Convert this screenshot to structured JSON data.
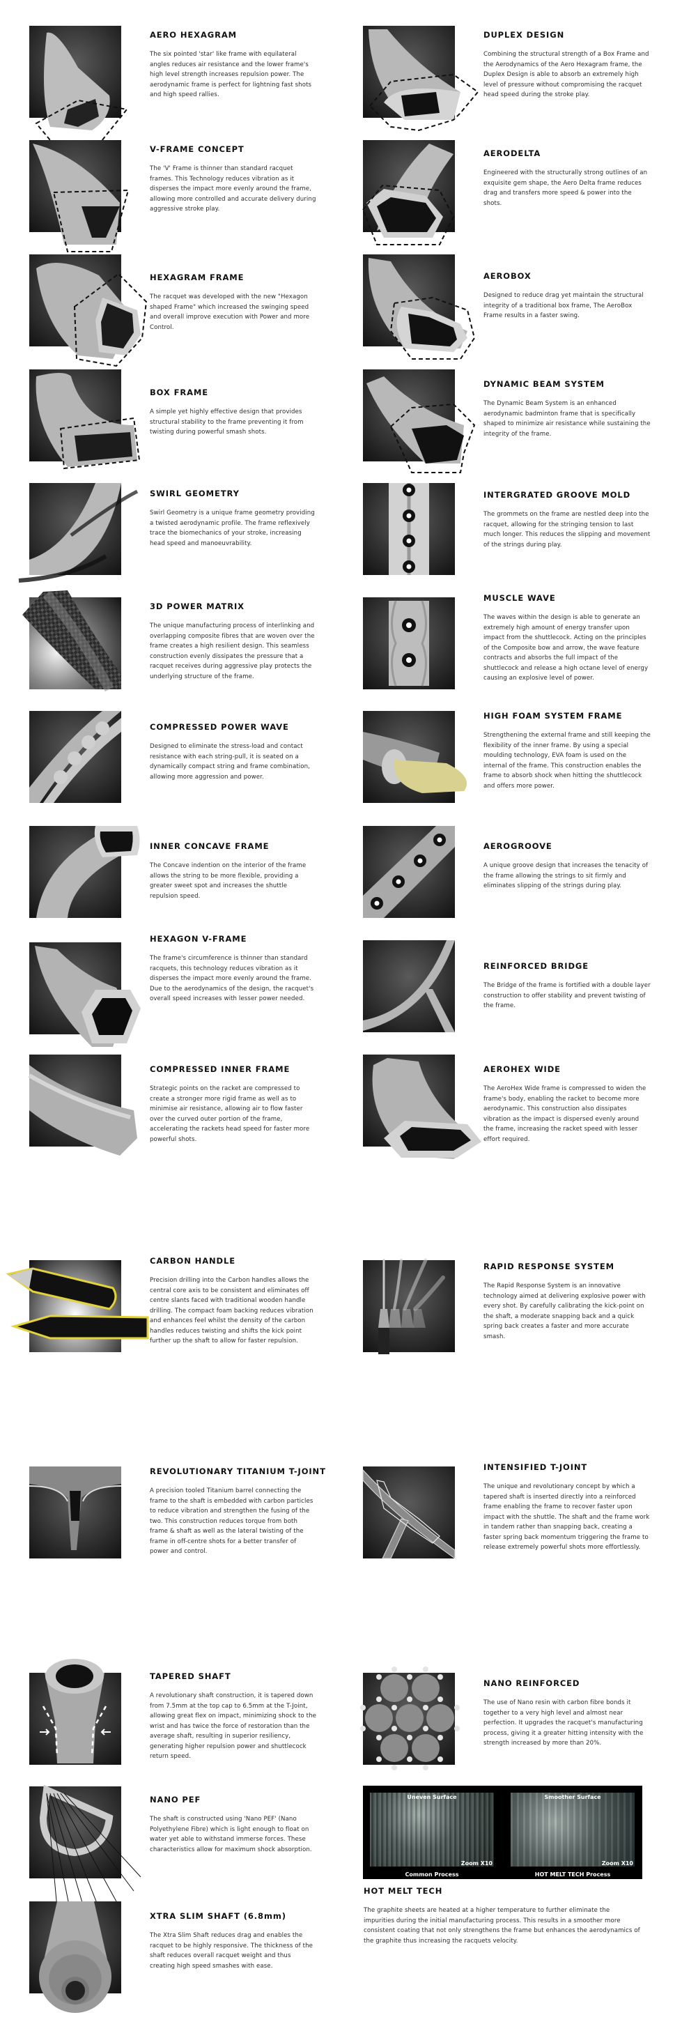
{
  "features": [
    {
      "id": "aero-hexagram",
      "title": "AERO HEXAGRAM",
      "desc": "The six pointed 'star' like frame with equilateral angles reduces air resistance and the lower frame's high level strength increases repulsion power. The aerodynamic frame is perfect for lightning fast shots and high speed rallies."
    },
    {
      "id": "duplex-design",
      "title": "DUPLEX DESIGN",
      "desc": "Combining the structural strength of a Box Frame and the Aerodynamics of the Aero Hexagram frame, the Duplex Design is able to absorb an extremely high level of pressure without compromising the racquet head speed during the stroke play."
    },
    {
      "id": "v-frame-concept",
      "title": "V-FRAME CONCEPT",
      "desc": "The 'V' Frame is thinner than standard racquet frames. This Technology reduces vibration as it disperses the impact more evenly around the frame, allowing more controlled and accurate delivery during aggressive stroke play."
    },
    {
      "id": "aerodelta",
      "title": "AERODELTA",
      "desc": "Engineered with the structurally strong outlines of an exquisite gem shape, the Aero Delta frame reduces drag and transfers more speed & power into the shots."
    },
    {
      "id": "hexagram-frame",
      "title": "HEXAGRAM FRAME",
      "desc": "The racquet was developed with the new \"Hexagon shaped Frame\" which increased the swinging speed and overall improve execution with Power and more Control."
    },
    {
      "id": "aerobox",
      "title": "AEROBOX",
      "desc": "Designed to reduce drag yet maintain the structural integrity of a traditional box frame, The AeroBox Frame results in a faster swing."
    },
    {
      "id": "box-frame",
      "title": "BOX FRAME",
      "desc": "A simple yet highly effective design that provides structural stability to the frame preventing it from twisting during powerful smash shots."
    },
    {
      "id": "dynamic-beam-system",
      "title": "DYNAMIC BEAM SYSTEM",
      "desc": "The Dynamic Beam System is an enhanced aerodynamic badminton frame that is specifically shaped to minimize air resistance while sustaining the integrity of the frame."
    },
    {
      "id": "swirl-geometry",
      "title": "SWIRL GEOMETRY",
      "desc": "Swirl Geometry is a unique frame geometry providing a twisted aerodynamic profile. The frame reflexively trace the biomechanics of your stroke, increasing head speed and manoeuvrability."
    },
    {
      "id": "intergrated-groove-mold",
      "title": "INTERGRATED GROOVE MOLD",
      "desc": "The grommets on the frame are nestled deep into the racquet, allowing for the stringing tension to last much longer. This reduces the slipping and movement of the strings during play."
    },
    {
      "id": "3d-power-matrix",
      "title": "3D POWER MATRIX",
      "desc": "The unique manufacturing process of interlinking and overlapping composite fibres that are woven over the frame creates a high resilient design. This seamless construction evenly dissipates the pressure that a racquet receives during aggressive play protects the underlying structure of the frame."
    },
    {
      "id": "muscle-wave",
      "title": "MUSCLE WAVE",
      "desc": "The waves within the design is able to generate an extremely high amount of energy transfer upon impact from the shuttlecock. Acting on the principles of the Composite bow and arrow, the wave feature contracts and absorbs the full impact of the shuttlecock and release a high octane level of energy causing an explosive level of power."
    },
    {
      "id": "compressed-power-wave",
      "title": "COMPRESSED POWER WAVE",
      "desc": "Designed to eliminate the stress-load and contact resistance with each string-pull, it is seated on a dynamically compact string and frame combination, allowing more aggression and power."
    },
    {
      "id": "high-foam-system-frame",
      "title": "HIGH FOAM SYSTEM FRAME",
      "desc": "Strengthening the external frame and still keeping the flexibility of the inner frame. By using a special moulding technology, EVA foam is used on the internal of the frame. This construction enables the frame to absorb shock when hitting the shuttlecock and offers more power."
    },
    {
      "id": "inner-concave-frame",
      "title": "INNER CONCAVE FRAME",
      "desc": "The Concave indention on the interior of the frame allows the string to be more flexible, providing a greater sweet spot and increases the shuttle repulsion speed."
    },
    {
      "id": "aerogroove",
      "title": "AEROGROOVE",
      "desc": "A unique groove design that increases the tenacity of the frame allowing the strings to sit firmly and eliminates slipping of the strings during play."
    },
    {
      "id": "hexagon-v-frame",
      "title": "HEXAGON V-FRAME",
      "desc": "The frame's circumference is thinner than standard racquets, this technology reduces vibration as it disperses the impact more evenly around the frame. Due to the aerodynamics of the design, the racquet's overall speed increases with lesser power needed."
    },
    {
      "id": "reinforced-bridge",
      "title": "REINFORCED BRIDGE",
      "desc": "The Bridge of the frame is fortified with a double layer construction to offer stability and prevent twisting of the frame."
    },
    {
      "id": "compressed-inner-frame",
      "title": "COMPRESSED INNER FRAME",
      "desc": "Strategic points on the racket are compressed to create a stronger more rigid frame as well as to minimise air resistance, allowing air to flow faster over the curved outer portion of the frame, accelerating the rackets head speed for faster more powerful shots."
    },
    {
      "id": "aerohex-wide",
      "title": "AEROHEX WIDE",
      "desc": "The AeroHex Wide frame is compressed to widen the frame's body, enabling the racket to become more aerodynamic. This construction also dissipates vibration as the impact is dispersed evenly around the frame, increasing the racket speed with lesser effort required."
    },
    {
      "id": "carbon-handle",
      "title": "CARBON HANDLE",
      "desc": "Precision drilling into the Carbon handles allows the central core axis to be consistent and eliminates off centre slants faced with traditional wooden handle drilling. The compact foam backing reduces vibration and enhances feel whilst the density of the carbon handles reduces twisting and shifts the kick point further up the shaft to allow for faster repulsion."
    },
    {
      "id": "rapid-response-system",
      "title": "RAPID RESPONSE SYSTEM",
      "desc": "The Rapid Response System is an innovative technology aimed at delivering explosive power with every shot. By carefully calibrating the kick-point on the shaft, a moderate snapping back and a quick spring back creates a faster and more accurate smash."
    },
    {
      "id": "revolutionary-titanium-t-joint",
      "title": "REVOLUTIONARY TITANIUM T-JOINT",
      "desc": "A precision tooled Titanium barrel connecting the frame to the shaft is embedded with carbon particles to reduce vibration and strengthen the fusing of the two. This construction reduces torque from both frame & shaft as well as the lateral twisting of the frame in off-centre shots for a better transfer of power and control."
    },
    {
      "id": "intensified-t-joint",
      "title": "INTENSIFIED T-JOINT",
      "desc": "The unique and revolutionary concept by which a tapered shaft is inserted directly into a reinforced frame enabling the frame to recover faster upon impact with the shuttle. The shaft and the frame work in tandem rather than snapping back, creating a faster spring back momentum triggering the frame to release extremely powerful shots more effortlessly."
    },
    {
      "id": "tapered-shaft",
      "title": "TAPERED SHAFT",
      "desc": "A revolutionary shaft construction, it is tapered down from 7.5mm at the top cap to 6.5mm at the T-Joint, allowing great flex on impact, minimizing shock to the wrist and has twice the force of restoration than the average shaft, resulting in superior resiliency, generating higher repulsion power and shuttlecock return speed."
    },
    {
      "id": "nano-reinforced",
      "title": "NANO REINFORCED",
      "desc": "The use of Nano resin with carbon fibre bonds it together to a very high level and almost near perfection. It upgrades the racquet's manufacturing process, giving it a greater hitting intensity with the strength increased by more than 20%."
    },
    {
      "id": "nano-pef",
      "title": "NANO PEF",
      "desc": "The shaft is constructed using 'Nano PEF' (Nano Polyethylene Fibre) which is light enough to float on water yet able to withstand immerse forces. These characteristics allow for maximum shock absorption."
    },
    {
      "id": "xtra-slim-shaft",
      "title": "XTRA SLIM SHAFT (6.8mm)",
      "desc": "The Xtra Slim Shaft reduces drag and enables the racquet to be highly responsive. The thickness of the shaft reduces overall racquet weight and thus creating high speed smashes with ease."
    }
  ],
  "hot_melt": {
    "title": "HOT MELT TECH",
    "desc": "The graphite sheets are heated at a higher temperature to further eliminate the impurities during the initial manufacturing process. This results in a smoother more consistent coating that not only strengthens the frame but enhances the aerodynamics of the graphite thus increasing the racquets velocity.",
    "left_label": "Uneven Surface",
    "right_label": "Smoother Surface",
    "zoom_label": "Zoom X10",
    "left_process": "Common Process",
    "right_process": "HOT MELT TECH Process"
  },
  "colors": {
    "foam_yellow": "#d8d18f",
    "carbon_yellow": "#e2d23c"
  }
}
